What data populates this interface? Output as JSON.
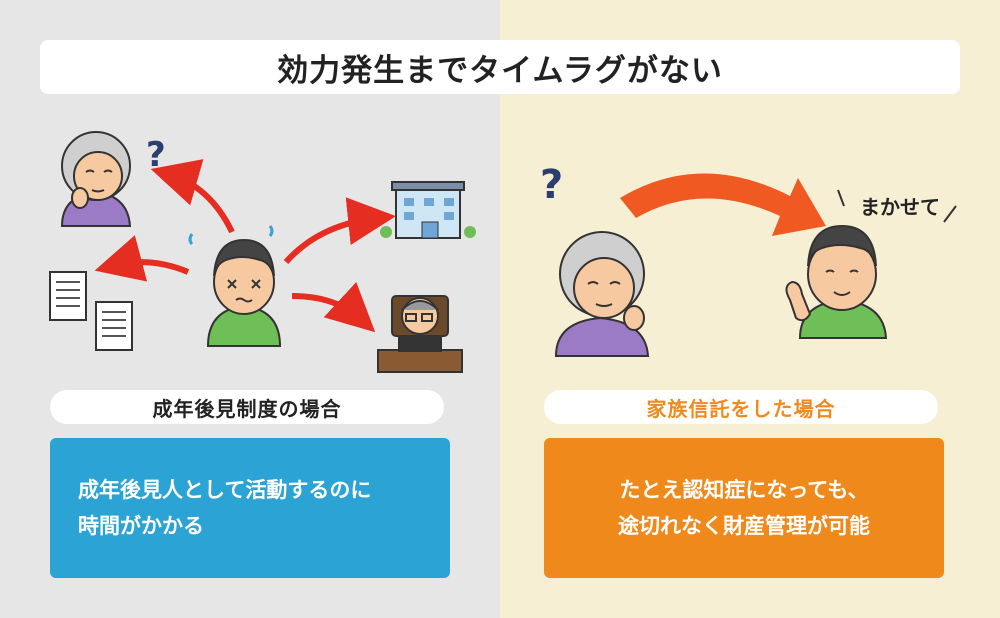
{
  "title": "効力発生までタイムラグがない",
  "left": {
    "label": "成年後見制度の場合",
    "description": [
      "成年後見人として活動するのに",
      "時間がかかる"
    ]
  },
  "right": {
    "label": "家族信託をした場合",
    "description": [
      "たとえ認知症になっても、",
      "途切れなく財産管理が可能"
    ],
    "speech": "まかせて"
  },
  "question_mark": "?",
  "colors": {
    "left_bg": "#e6e6e6",
    "right_bg": "#f7efd4",
    "left_box": "#2ba3d4",
    "right_box": "#f0891c",
    "right_label": "#f08a1e",
    "arrow_red": "#e52d21",
    "arrow_orange": "#f05a22"
  },
  "icons": [
    "elderly-woman-icon",
    "stressed-man-icon",
    "documents-icon",
    "building-icon",
    "judge-icon",
    "smiling-man-icon"
  ]
}
